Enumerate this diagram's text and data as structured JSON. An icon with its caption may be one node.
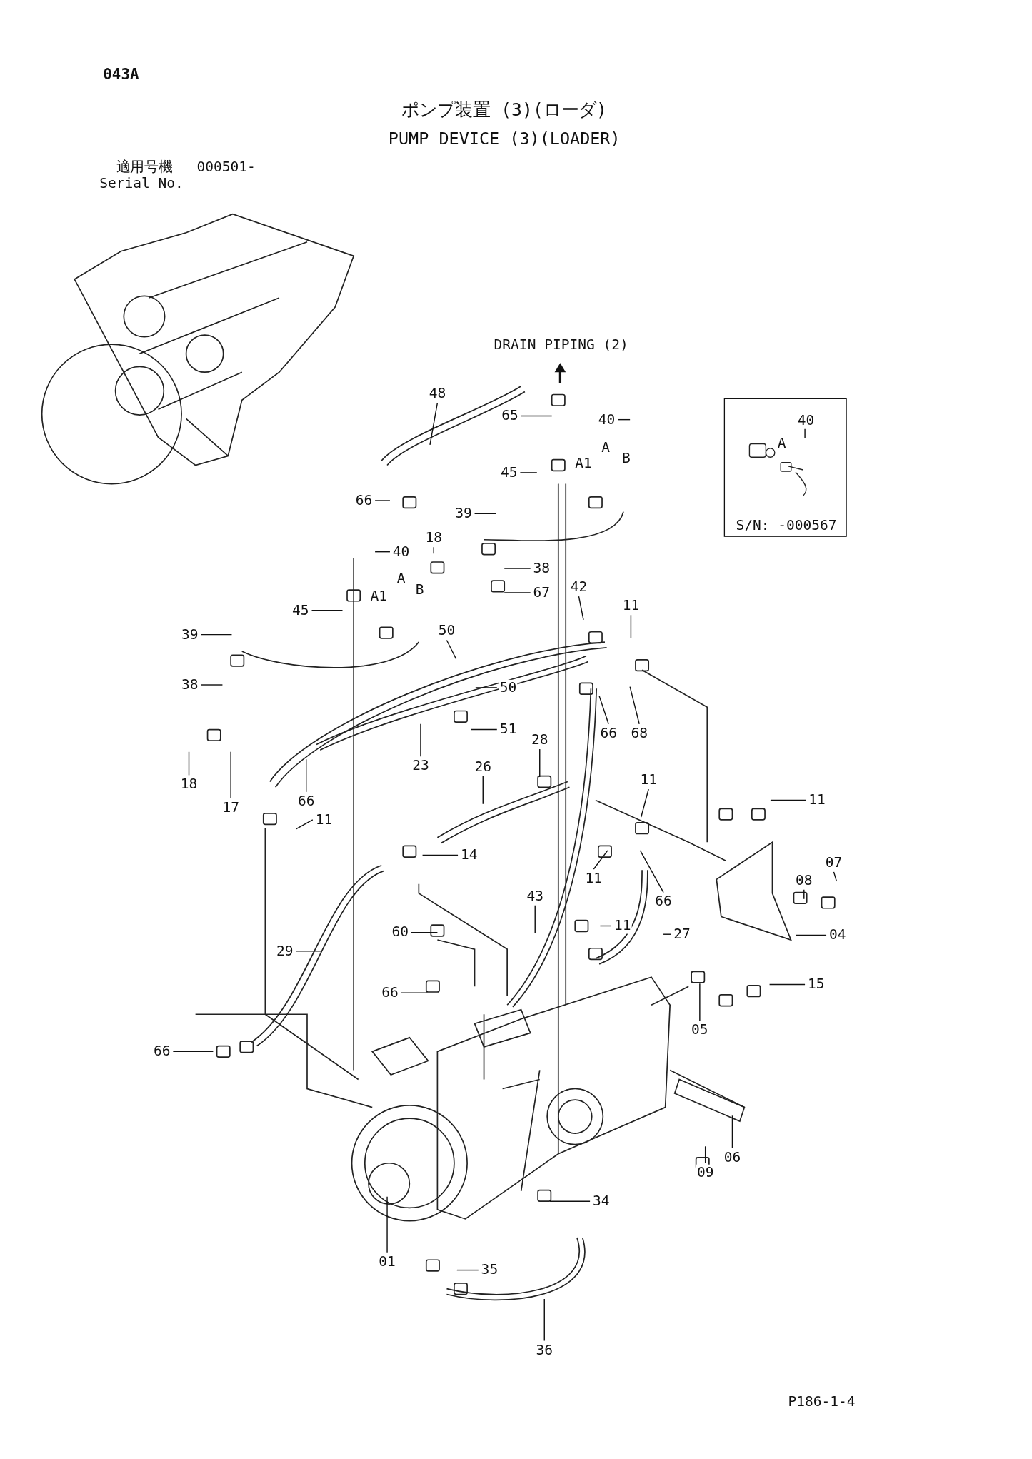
{
  "diagram": {
    "title": "ポンプ装置 (3)(ローダ)",
    "nodes": [
      {
        "text": [
          "48"
        ]
      },
      {
        "text": [
          "65"
        ]
      },
      {
        "text": [
          "40"
        ]
      },
      {
        "text": [
          "45"
        ]
      },
      {
        "text": [
          "66"
        ]
      },
      {
        "text": [
          "39"
        ]
      },
      {
        "text": [
          "18"
        ]
      },
      {
        "text": [
          "38"
        ]
      },
      {
        "text": [
          "40"
        ]
      },
      {
        "text": [
          "67"
        ]
      },
      {
        "text": [
          "42"
        ]
      },
      {
        "text": [
          "45"
        ]
      },
      {
        "text": [
          "11"
        ]
      },
      {
        "text": [
          "39"
        ]
      },
      {
        "text": [
          "50"
        ]
      },
      {
        "text": [
          "38"
        ]
      },
      {
        "text": [
          "50"
        ]
      },
      {
        "text": [
          "51"
        ]
      },
      {
        "text": [
          "66"
        ]
      },
      {
        "text": [
          "68"
        ]
      },
      {
        "text": [
          "28"
        ]
      },
      {
        "text": [
          "18"
        ]
      },
      {
        "text": [
          "23"
        ]
      },
      {
        "text": [
          "26"
        ]
      },
      {
        "text": [
          "11"
        ]
      },
      {
        "text": [
          "66"
        ]
      },
      {
        "text": [
          "17"
        ]
      },
      {
        "text": [
          "11"
        ]
      },
      {
        "text": [
          "11"
        ]
      },
      {
        "text": [
          "14"
        ]
      },
      {
        "text": [
          "07"
        ]
      },
      {
        "text": [
          "11"
        ]
      },
      {
        "text": [
          "08"
        ]
      },
      {
        "text": [
          "66"
        ]
      },
      {
        "text": [
          "43"
        ]
      },
      {
        "text": [
          "11"
        ]
      },
      {
        "text": [
          "60"
        ]
      },
      {
        "text": [
          "27"
        ]
      },
      {
        "text": [
          "04"
        ]
      },
      {
        "text": [
          "29"
        ]
      },
      {
        "text": [
          "15"
        ]
      },
      {
        "text": [
          "66"
        ]
      },
      {
        "text": [
          "05"
        ]
      },
      {
        "text": [
          "66"
        ]
      },
      {
        "text": [
          "06"
        ]
      },
      {
        "text": [
          "09"
        ]
      },
      {
        "text": [
          "34"
        ]
      },
      {
        "text": [
          "01"
        ]
      },
      {
        "text": [
          "35"
        ]
      },
      {
        "text": [
          "36"
        ]
      },
      {
        "text": [
          "S/N: -000567"
        ]
      },
      {
        "text": [
          "40"
        ],
        "in": 50
      }
    ],
    "edges": [
      {
        "from": 0,
        "to": null,
        "arrow": "none"
      },
      {
        "from": 1,
        "to": null,
        "arrow": "none"
      },
      {
        "from": 2,
        "to": null,
        "arrow": "none"
      },
      {
        "from": 3,
        "to": null,
        "arrow": "none"
      },
      {
        "from": 4,
        "to": null,
        "arrow": "none"
      },
      {
        "from": 5,
        "to": null,
        "arrow": "none"
      },
      {
        "from": 6,
        "to": null,
        "arrow": "none"
      },
      {
        "from": 7,
        "to": null,
        "arrow": "none"
      },
      {
        "from": 8,
        "to": null,
        "arrow": "none"
      },
      {
        "from": 9,
        "to": null,
        "arrow": "none"
      },
      {
        "from": 10,
        "to": null,
        "arrow": "none"
      },
      {
        "from": 11,
        "to": null,
        "arrow": "none"
      },
      {
        "from": 12,
        "to": null,
        "arrow": "none"
      },
      {
        "from": 13,
        "to": null,
        "arrow": "none"
      },
      {
        "from": 14,
        "to": null,
        "arrow": "none"
      },
      {
        "from": 15,
        "to": null,
        "arrow": "none"
      },
      {
        "from": 16,
        "to": null,
        "arrow": "none"
      },
      {
        "from": 17,
        "to": null,
        "arrow": "none"
      },
      {
        "from": 18,
        "to": null,
        "arrow": "none"
      },
      {
        "from": 19,
        "to": null,
        "arrow": "none"
      },
      {
        "from": 20,
        "to": null,
        "arrow": "none"
      },
      {
        "from": 21,
        "to": null,
        "arrow": "none"
      },
      {
        "from": 22,
        "to": null,
        "arrow": "none"
      },
      {
        "from": 23,
        "to": null,
        "arrow": "none"
      },
      {
        "from": 24,
        "to": null,
        "arrow": "none"
      },
      {
        "from": 25,
        "to": null,
        "arrow": "none"
      },
      {
        "from": 26,
        "to": null,
        "arrow": "none"
      },
      {
        "from": 27,
        "to": null,
        "arrow": "none"
      },
      {
        "from": 28,
        "to": null,
        "arrow": "none"
      },
      {
        "from": 29,
        "to": null,
        "arrow": "none"
      },
      {
        "from": 30,
        "to": null,
        "arrow": "none"
      },
      {
        "from": 31,
        "to": null,
        "arrow": "none"
      },
      {
        "from": 32,
        "to": null,
        "arrow": "none"
      },
      {
        "from": 33,
        "to": null,
        "arrow": "none"
      },
      {
        "from": 34,
        "to": null,
        "arrow": "none"
      },
      {
        "from": 35,
        "to": null,
        "arrow": "none"
      },
      {
        "from": 36,
        "to": null,
        "arrow": "none"
      },
      {
        "from": 37,
        "to": null,
        "arrow": "none"
      },
      {
        "from": 38,
        "to": null,
        "arrow": "none"
      },
      {
        "from": 39,
        "to": null,
        "arrow": "none"
      },
      {
        "from": 40,
        "to": null,
        "arrow": "none"
      },
      {
        "from": 41,
        "to": null,
        "arrow": "none"
      },
      {
        "from": 42,
        "to": null,
        "arrow": "none"
      },
      {
        "from": 43,
        "to": null,
        "arrow": "none"
      },
      {
        "from": 44,
        "to": null,
        "arrow": "none"
      },
      {
        "from": 45,
        "to": null,
        "arrow": "none"
      },
      {
        "from": 46,
        "to": null,
        "arrow": "none"
      },
      {
        "from": 47,
        "to": null,
        "arrow": "none"
      },
      {
        "from": 48,
        "to": null,
        "arrow": "none"
      },
      {
        "from": 49,
        "to": null,
        "arrow": "none"
      },
      {
        "from": 51,
        "to": null,
        "arrow": "none"
      }
    ],
    "labels": [
      "PUMP DEVICE (3)(LOADER)",
      "043A",
      "適用号機",
      "000501-",
      "Serial No.",
      "DRAIN PIPING (2)",
      "A",
      "B",
      "A1",
      "A",
      "B",
      "A1",
      "A",
      "P186-1-4"
    ]
  }
}
